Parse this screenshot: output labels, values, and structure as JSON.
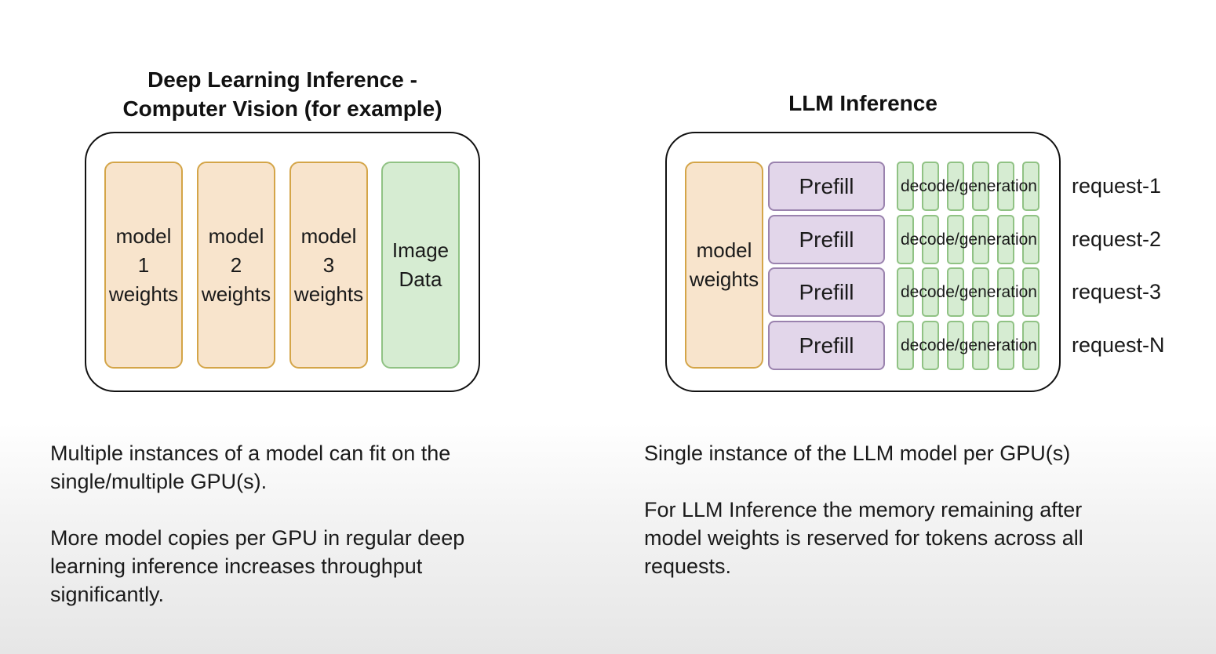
{
  "left": {
    "title_line1": "Deep Learning Inference -",
    "title_line2": "Computer Vision (for example)",
    "blocks": [
      {
        "line1": "model",
        "line2": "1",
        "line3": "weights"
      },
      {
        "line1": "model",
        "line2": "2",
        "line3": "weights"
      },
      {
        "line1": "model",
        "line2": "3",
        "line3": "weights"
      },
      {
        "line1": "Image",
        "line2": "Data"
      }
    ],
    "text1": "Multiple instances of a model can fit on the\nsingle/multiple GPU(s).",
    "text2": "More model copies per GPU in regular deep\nlearning inference increases throughput\nsignificantly."
  },
  "right": {
    "title": "LLM Inference",
    "weights_line1": "model",
    "weights_line2": "weights",
    "rows": [
      {
        "prefill": "Prefill",
        "decode": "decode/generation",
        "request": "request-1"
      },
      {
        "prefill": "Prefill",
        "decode": "decode/generation",
        "request": "request-2"
      },
      {
        "prefill": "Prefill",
        "decode": "decode/generation",
        "request": "request-3"
      },
      {
        "prefill": "Prefill",
        "decode": "decode/generation",
        "request": "request-N"
      }
    ],
    "text1": "Single instance of the LLM model per GPU(s)",
    "text2": "For LLM Inference the memory remaining after\nmodel weights is reserved for tokens across all\nrequests."
  },
  "colors": {
    "weights_fill": "#f8e4cc",
    "weights_border": "#d4a548",
    "data_fill": "#d6ecd2",
    "data_border": "#90c284",
    "prefill_fill": "#e2d6ea",
    "prefill_border": "#9a82ae"
  }
}
